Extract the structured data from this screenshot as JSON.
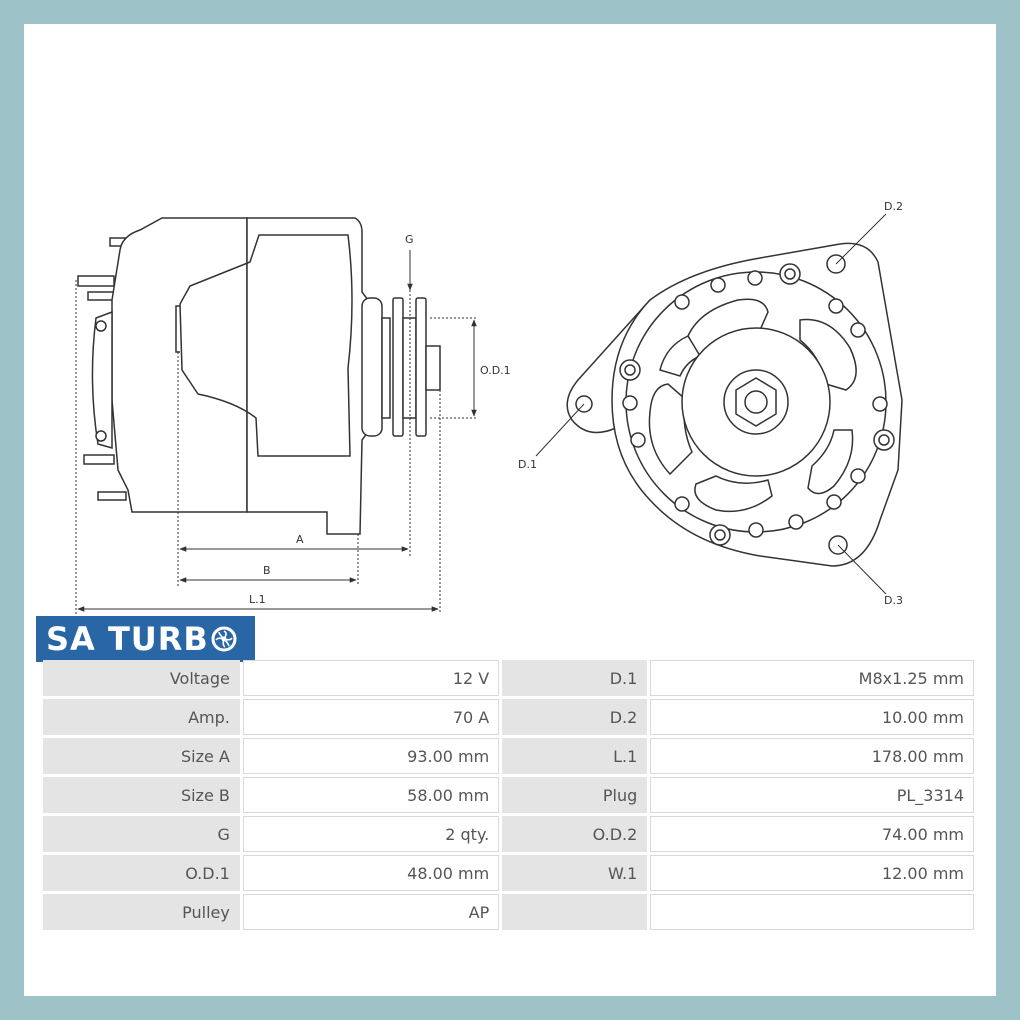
{
  "brand": {
    "logo_text": "SA TURB",
    "colors": {
      "frame": "#9dc3c8",
      "logo_bg": "#2866a6",
      "label_bg": "#e4e4e4",
      "line": "#333333"
    }
  },
  "diagram": {
    "labels": {
      "g": "G",
      "od1": "O.D.1",
      "a": "A",
      "b": "B",
      "l1": "L.1",
      "d1": "D.1",
      "d2": "D.2",
      "d3": "D.3"
    }
  },
  "specs": [
    {
      "label1": "Voltage",
      "value1": "12 V",
      "label2": "D.1",
      "value2": "M8x1.25 mm"
    },
    {
      "label1": "Amp.",
      "value1": "70 A",
      "label2": "D.2",
      "value2": "10.00 mm"
    },
    {
      "label1": "Size A",
      "value1": "93.00 mm",
      "label2": "L.1",
      "value2": "178.00 mm"
    },
    {
      "label1": "Size B",
      "value1": "58.00 mm",
      "label2": "Plug",
      "value2": "PL_3314"
    },
    {
      "label1": "G",
      "value1": "2 qty.",
      "label2": "O.D.2",
      "value2": "74.00 mm"
    },
    {
      "label1": "O.D.1",
      "value1": "48.00 mm",
      "label2": "W.1",
      "value2": "12.00 mm"
    },
    {
      "label1": "Pulley",
      "value1": "AP",
      "label2": "",
      "value2": ""
    }
  ]
}
